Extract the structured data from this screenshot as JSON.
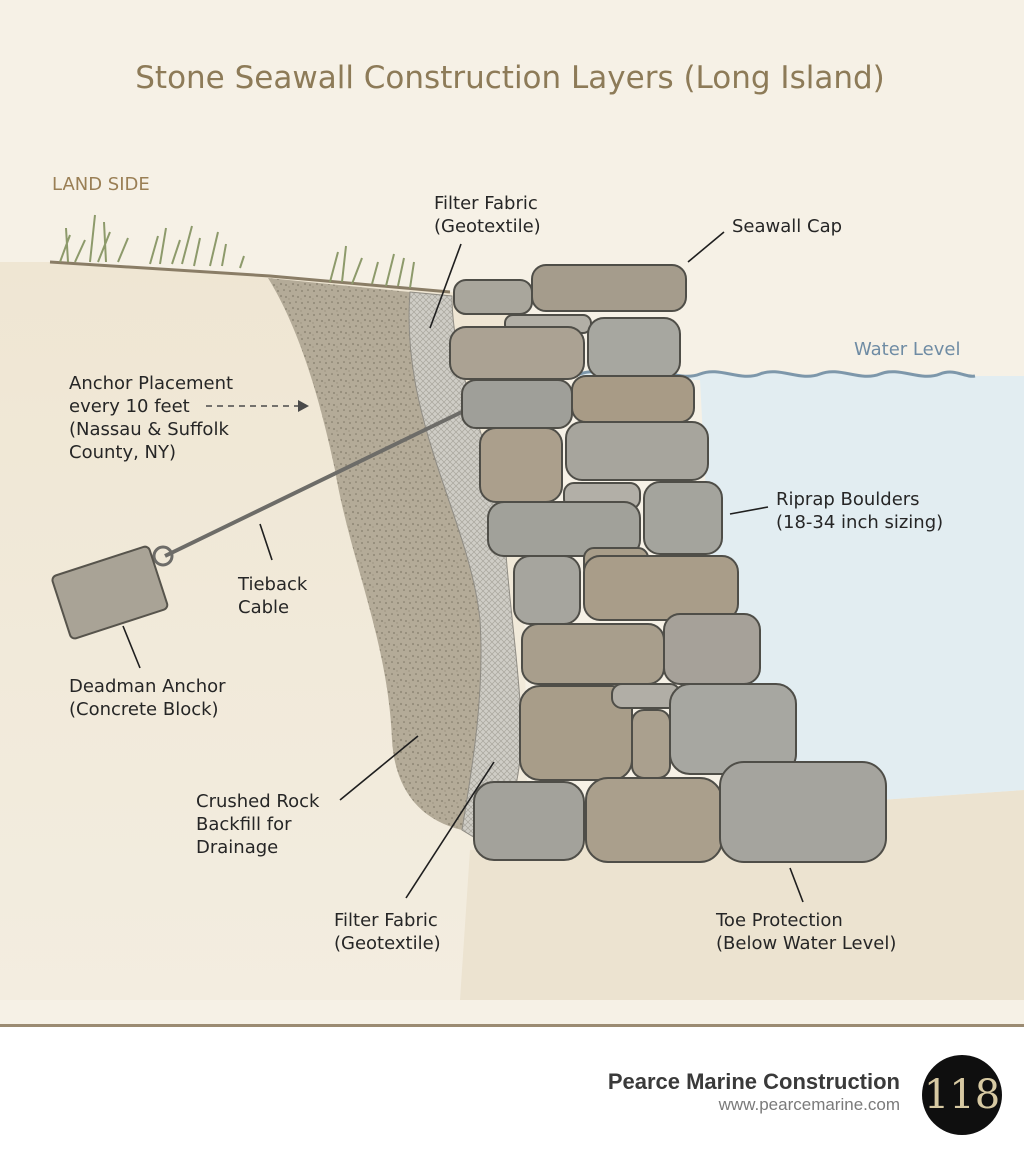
{
  "title": "Stone Seawall Construction Layers (Long Island)",
  "land_side": "LAND SIDE",
  "water_level": "Water Level",
  "labels": {
    "filter_fabric_top": [
      "Filter Fabric",
      "(Geotextile)"
    ],
    "seawall_cap": [
      "Seawall Cap"
    ],
    "anchor_placement": [
      "Anchor Placement",
      "every 10 feet",
      "(Nassau & Suffolk",
      "County, NY)"
    ],
    "riprap": [
      "Riprap Boulders",
      "(18-34 inch sizing)"
    ],
    "tieback": [
      "Tieback",
      "Cable"
    ],
    "deadman": [
      "Deadman Anchor",
      "(Concrete Block)"
    ],
    "crushed_rock": [
      "Crushed Rock",
      "Backfill for",
      "Drainage"
    ],
    "filter_fabric_bottom": [
      "Filter Fabric",
      "(Geotextile)"
    ],
    "toe": [
      "Toe Protection",
      "(Below Water Level)"
    ]
  },
  "footer": {
    "company": "Pearce Marine Construction",
    "website": "www.pearcemarine.com",
    "badge": "118"
  },
  "colors": {
    "title": "#8d7b58",
    "water": "#e2edf1",
    "water_line": "#7d97aa",
    "backfill": "#b4ab98",
    "geotextile": "#cdcbc5",
    "stone": "#a6a49b"
  }
}
